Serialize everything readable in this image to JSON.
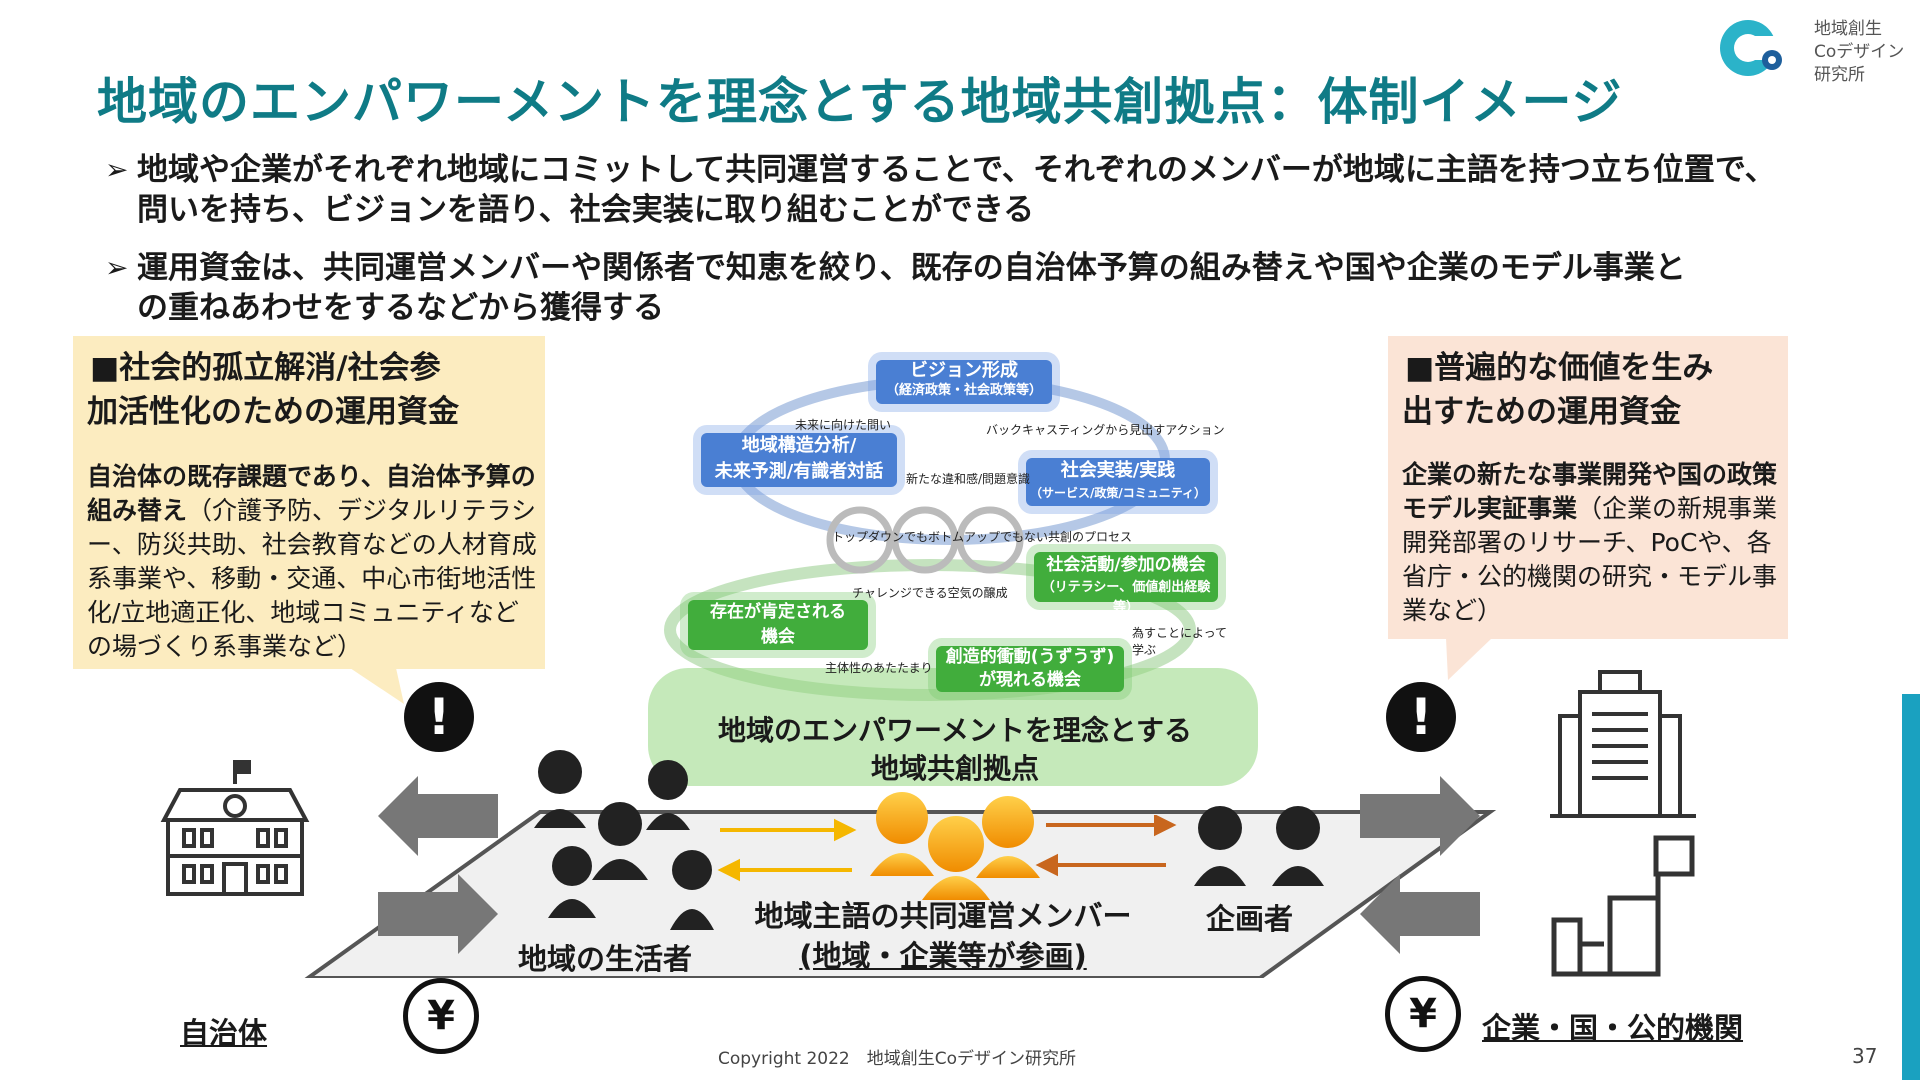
{
  "header": {
    "title": "地域のエンパワーメントを理念とする地域共創拠点：体制イメージ",
    "logo_text_line1": "地域創生",
    "logo_text_line2": "Coデザイン",
    "logo_text_line3": "研究所"
  },
  "bullets": [
    {
      "marker": "➢",
      "line1": "地域や企業がそれぞれ地域にコミットして共同運営することで、それぞれのメンバーが地域に主語を持つ立ち位置で、",
      "line2": "問いを持ち、ビジョンを語り、社会実装に取り組むことができる"
    },
    {
      "marker": "➢",
      "line1": "運用資金は、共同運営メンバーや関係者で知恵を絞り、既存の自治体予算の組み替えや国や企業のモデル事業と",
      "line2": "の重ねあわせをするなどから獲得する"
    }
  ],
  "left_panel": {
    "heading1": "■社会的孤立解消/社会参",
    "heading2": "加活性化のための運用資金",
    "body_bold": "自治体の既存課題であり、自治体予算の組み替え",
    "body_normal": "（介護予防、デジタルリテラシー、防災共助、社会教育などの人材育成系事業や、移動・交通、中心市街地活性化/立地適正化、地域コミュニティなどの場づくり系事業など）"
  },
  "right_panel": {
    "heading1": "■普遍的な価値を生み",
    "heading2": "出すための運用資金",
    "body_bold": "企業の新たな事業開発や国の政策モデル実証事業",
    "body_normal": "（企業の新規事業開発部署のリサーチ、PoCや、各省庁・公的機関の研究・モデル事業など）"
  },
  "cycle": {
    "vision": {
      "line1": "ビジョン形成",
      "line2": "（経済政策・社会政策等）"
    },
    "analysis": {
      "line1": "地域構造分析/",
      "line2": "未来予測/有識者対話"
    },
    "implementation": {
      "line1": "社会実装/実践",
      "line2": "（サービス/政策/コミュニティ）"
    },
    "social": {
      "line1": "社会活動/参加の機会",
      "line2": "（リテラシー、価値創出経験等）"
    },
    "affirmed": {
      "line1": "存在が肯定される",
      "line2": "機会"
    },
    "creative": {
      "line1": "創造的衝動(うずうず)",
      "line2": "が現れる機会"
    },
    "labels": {
      "future_question": "未来に向けた問い",
      "backcasting": "バックキャスティングから見出すアクション",
      "new_discomfort": "新たな違和感/問題意識",
      "process": "トップダウンでもボトムアップでもない共創のプロセス",
      "challenge": "チャレンジできる空気の醸成",
      "learn_by_doing": "為すことによって学ぶ",
      "initiative": "主体性のあたたまり"
    },
    "center_line1": "地域のエンパワーメントを理念とする",
    "center_line2": "地域共創拠点"
  },
  "platform": {
    "residents_label": "地域の生活者",
    "members_line1": "地域主語の共同運営メンバー",
    "members_line2": "(地域・企業等が参画)",
    "planners_label": "企画者"
  },
  "left_actor": "自治体",
  "right_actor": "企業・国・公的機関",
  "alert_icon_text": "!",
  "yen_icon_text": "¥",
  "footer": {
    "copyright": "Copyright 2022　地域創生Coデザイン研究所",
    "page_number": "37"
  },
  "colors": {
    "title": "#0f7b86",
    "blue_box": "#4a7fd3",
    "green_box": "#41ad3c",
    "left_panel": "#fcecc0",
    "right_panel": "#fbe4d6",
    "accent_bar": "#1aa1c0"
  }
}
